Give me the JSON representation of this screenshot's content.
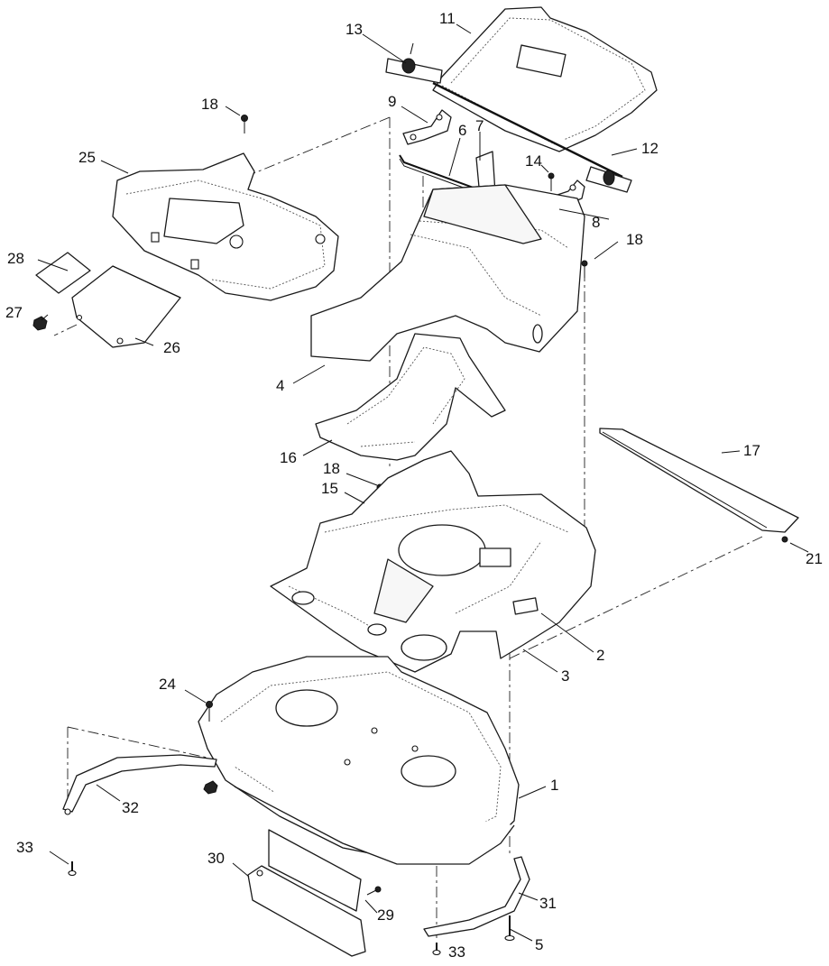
{
  "callouts": {
    "c1": "1",
    "c2": "2",
    "c3": "3",
    "c4": "4",
    "c5": "5",
    "c6": "6",
    "c7": "7",
    "c8": "8",
    "c9": "9",
    "c11": "11",
    "c12": "12",
    "c13": "13",
    "c14": "14",
    "c15": "15",
    "c16": "16",
    "c17": "17",
    "c18a": "18",
    "c18b": "18",
    "c18c": "18",
    "c21": "21",
    "c24": "24",
    "c25": "25",
    "c26": "26",
    "c27": "27",
    "c28": "28",
    "c29": "29",
    "c30": "30",
    "c31": "31",
    "c32": "32",
    "c33a": "33",
    "c33b": "33"
  }
}
